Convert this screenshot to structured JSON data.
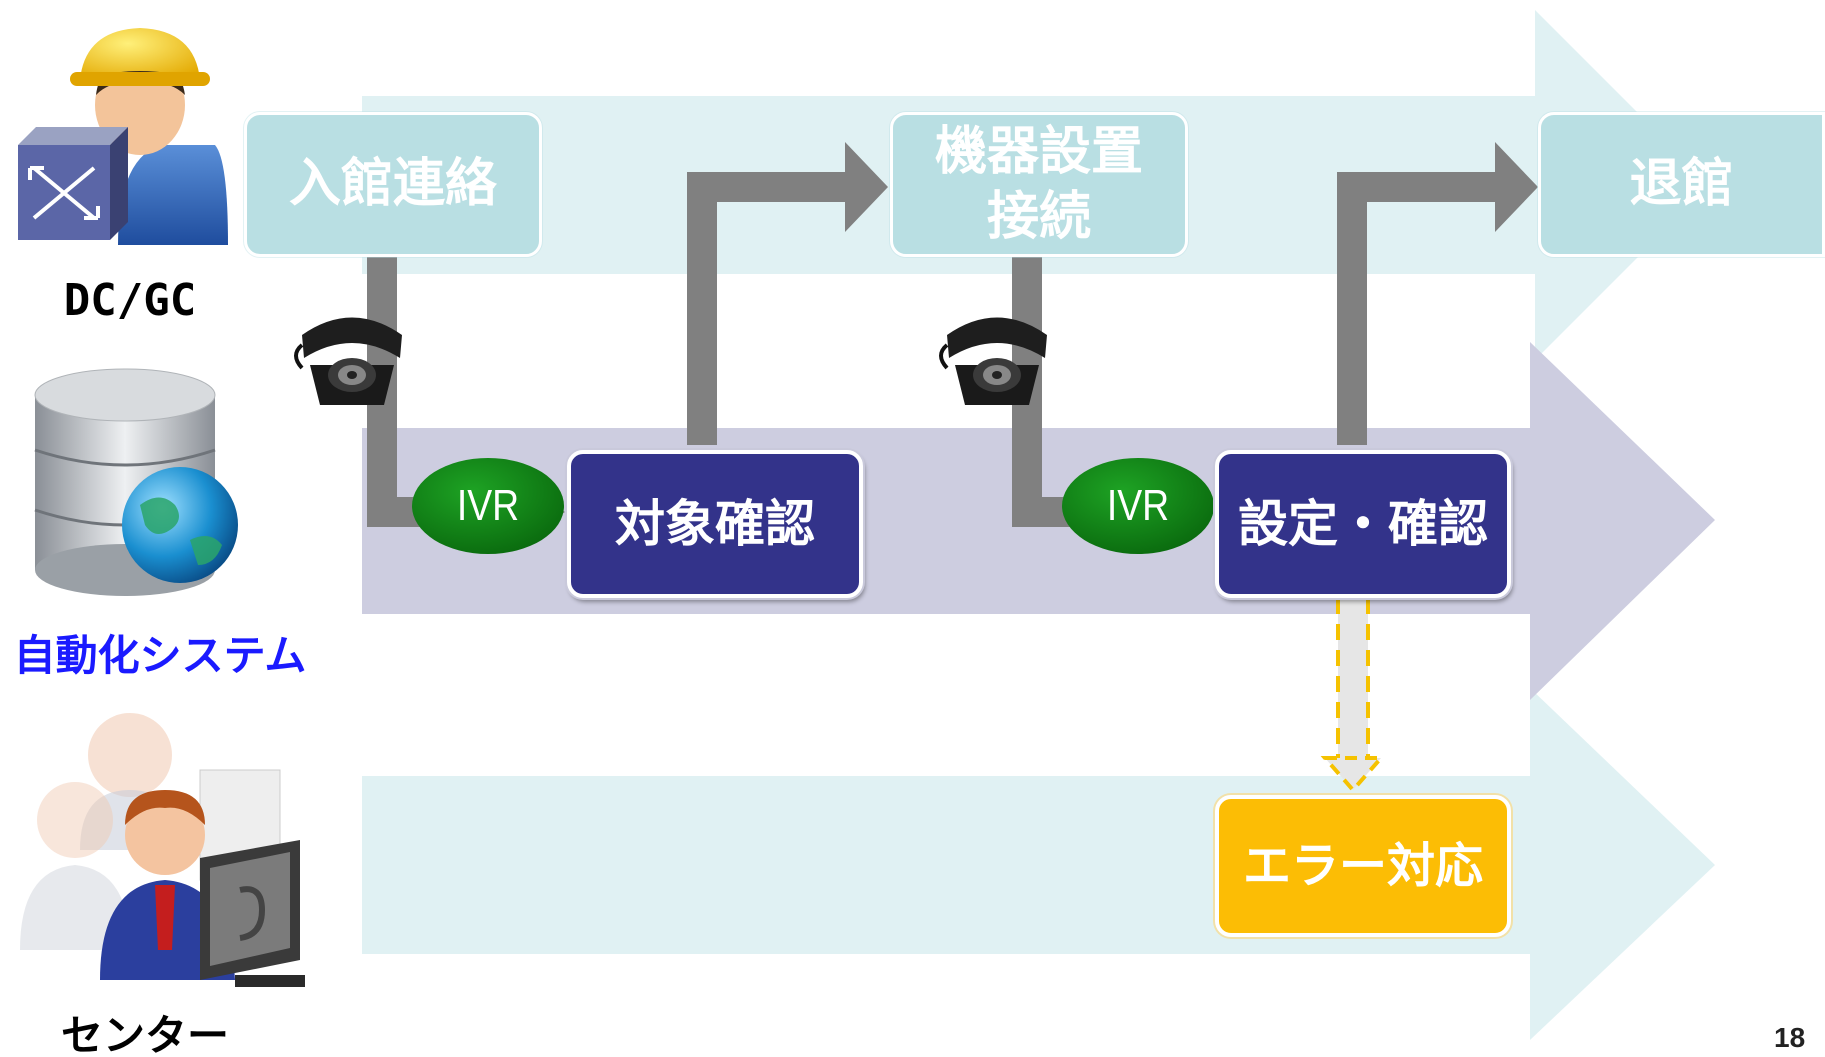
{
  "actors": {
    "dcgc": {
      "label": "DC/GC",
      "icon": "network-switch-worker-icon"
    },
    "automation": {
      "label": "自動化システム",
      "icon": "database-globe-icon"
    },
    "center": {
      "label": "センター",
      "icon": "operator-computer-icon"
    }
  },
  "steps": {
    "entry_contact": "入館連絡",
    "equipment_install_line1": "機器設置",
    "equipment_install_line2": "接続",
    "exit": "退館",
    "target_check": "対象確認",
    "settings_check": "設定・確認",
    "error_handling": "エラー対応"
  },
  "ivr": {
    "first": "IVR",
    "second": "IVR"
  },
  "page_number": "18",
  "colors": {
    "lane_light": "#d8eef0",
    "lane_purple": "#cdcde0",
    "light_box": "#b9dfe3",
    "dark_box": "#33338a",
    "yellow_box": "#fcbd05",
    "ivr_green": "#0f7a14",
    "connector_gray": "#808080",
    "error_arrow": "#f5c200",
    "automation_label": "#1a1aff"
  }
}
